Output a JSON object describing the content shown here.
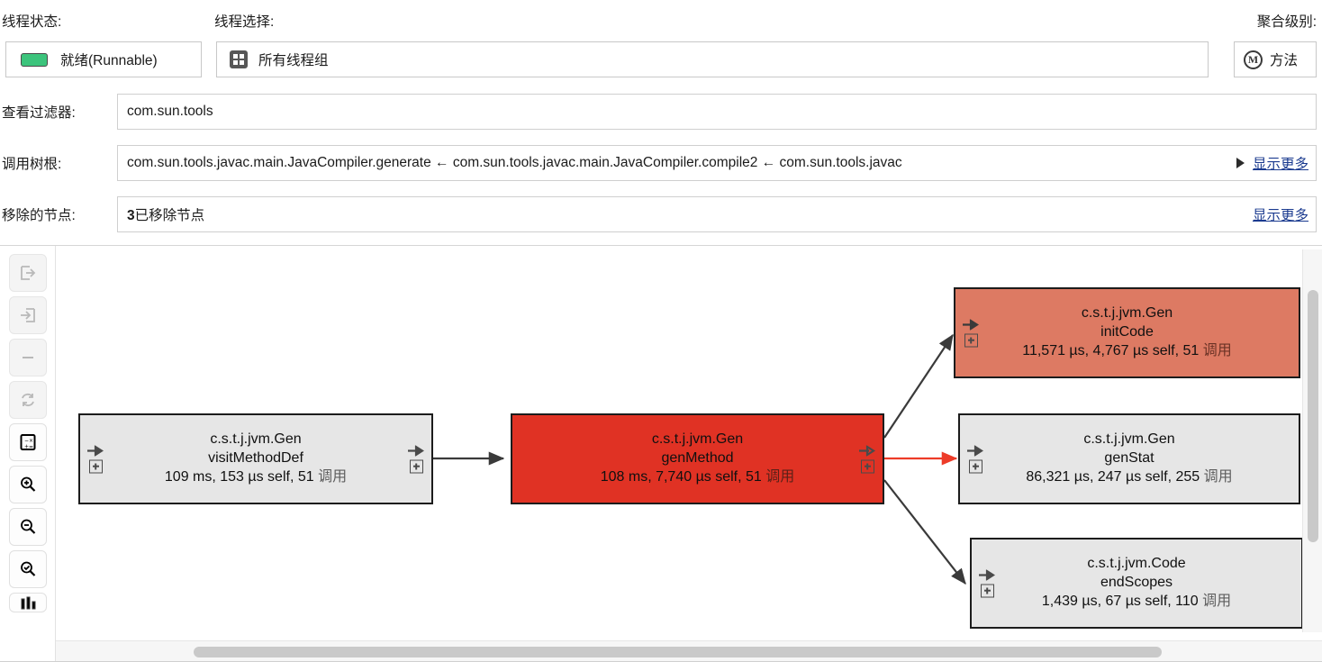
{
  "controls": {
    "thread_state": {
      "label": "线程状态:",
      "value": "就绪(Runnable)",
      "swatch_color": "#3CC47C",
      "icon": "status-swatch-icon"
    },
    "thread_selection": {
      "label": "线程选择:",
      "value": "所有线程组",
      "icon": "thread-group-icon"
    },
    "aggregation_level": {
      "label": "聚合级别:",
      "value": "方法",
      "icon": "method-circle-icon",
      "icon_letter": "M"
    },
    "view_filter": {
      "label": "查看过滤器:",
      "value": "com.sun.tools",
      "placeholder": ""
    },
    "call_tree_root": {
      "label": "调用树根:",
      "value": "com.sun.tools.javac.main.JavaCompiler.generate ← com.sun.tools.javac.main.JavaCompiler.compile2 ← com.sun.tools.javac",
      "overflow_icon": "chevron-right-icon",
      "show_more": "显示更多"
    },
    "removed_nodes": {
      "label": "移除的节点:",
      "count": "3",
      "value": "已移除节点",
      "show_more": "显示更多"
    }
  },
  "toolbar": {
    "items": [
      {
        "name": "step-out-button",
        "icon": "arrow-out-of-box-icon",
        "disabled": true
      },
      {
        "name": "step-into-button",
        "icon": "arrow-into-box-icon",
        "disabled": true
      },
      {
        "name": "collapse-button",
        "icon": "minus-icon",
        "disabled": true
      },
      {
        "name": "refresh-button",
        "icon": "refresh-cycle-icon",
        "disabled": true
      },
      {
        "name": "calculator-button",
        "icon": "calculator-icon",
        "disabled": false
      },
      {
        "name": "zoom-in-button",
        "icon": "magnifier-plus-icon",
        "disabled": false
      },
      {
        "name": "zoom-out-button",
        "icon": "magnifier-minus-icon",
        "disabled": false
      },
      {
        "name": "zoom-fit-button",
        "icon": "magnifier-check-icon",
        "disabled": false
      },
      {
        "name": "histogram-button",
        "icon": "bar-chart-icon",
        "disabled": false
      }
    ]
  },
  "graph": {
    "nodes": [
      {
        "id": "visitMethodDef",
        "class_name": "c.s.t.j.jvm.Gen",
        "method": "visitMethodDef",
        "stats": "109 ms, 153 µs self, 51",
        "calls_word": "调用",
        "fill": "#e6e6e6",
        "badges_left": [
          "arrow-right-icon",
          "expand-plus-icon"
        ],
        "badges_right": [
          "arrow-right-icon",
          "expand-plus-icon"
        ]
      },
      {
        "id": "genMethod",
        "class_name": "c.s.t.j.jvm.Gen",
        "method": "genMethod",
        "stats": "108 ms, 7,740 µs self, 51",
        "calls_word": "调用",
        "fill": "#E03224",
        "badges_left": [],
        "badges_right": [
          "arrow-right-icon",
          "expand-plus-icon"
        ]
      },
      {
        "id": "initCode",
        "class_name": "c.s.t.j.jvm.Gen",
        "method": "initCode",
        "stats": "11,571 µs, 4,767 µs self, 51",
        "calls_word": "调用",
        "fill": "#DD7A63",
        "badges_left": [
          "arrow-right-icon",
          "expand-plus-icon"
        ],
        "badges_right": []
      },
      {
        "id": "genStat",
        "class_name": "c.s.t.j.jvm.Gen",
        "method": "genStat",
        "stats": "86,321 µs, 247 µs self, 255",
        "calls_word": "调用",
        "fill": "#e6e6e6",
        "badges_left": [
          "arrow-right-icon",
          "expand-plus-icon"
        ],
        "badges_right": []
      },
      {
        "id": "endScopes",
        "class_name": "c.s.t.j.jvm.Code",
        "method": "endScopes",
        "stats": "1,439 µs, 67 µs self, 110",
        "calls_word": "调用",
        "fill": "#e6e6e6",
        "badges_left": [
          "arrow-right-icon",
          "expand-plus-icon"
        ],
        "badges_right": []
      }
    ],
    "edges": [
      {
        "from": "visitMethodDef",
        "to": "genMethod",
        "color": "#3a3a3a"
      },
      {
        "from": "genMethod",
        "to": "initCode",
        "color": "#3a3a3a"
      },
      {
        "from": "genMethod",
        "to": "genStat",
        "color": "#ED3B28"
      },
      {
        "from": "genMethod",
        "to": "endScopes",
        "color": "#3a3a3a"
      }
    ]
  },
  "colors": {
    "hot_red": "#E03224",
    "warm_salmon": "#DD7A63",
    "neutral_gray": "#e6e6e6",
    "link_blue": "#1a3a8f",
    "status_green": "#3CC47C"
  }
}
